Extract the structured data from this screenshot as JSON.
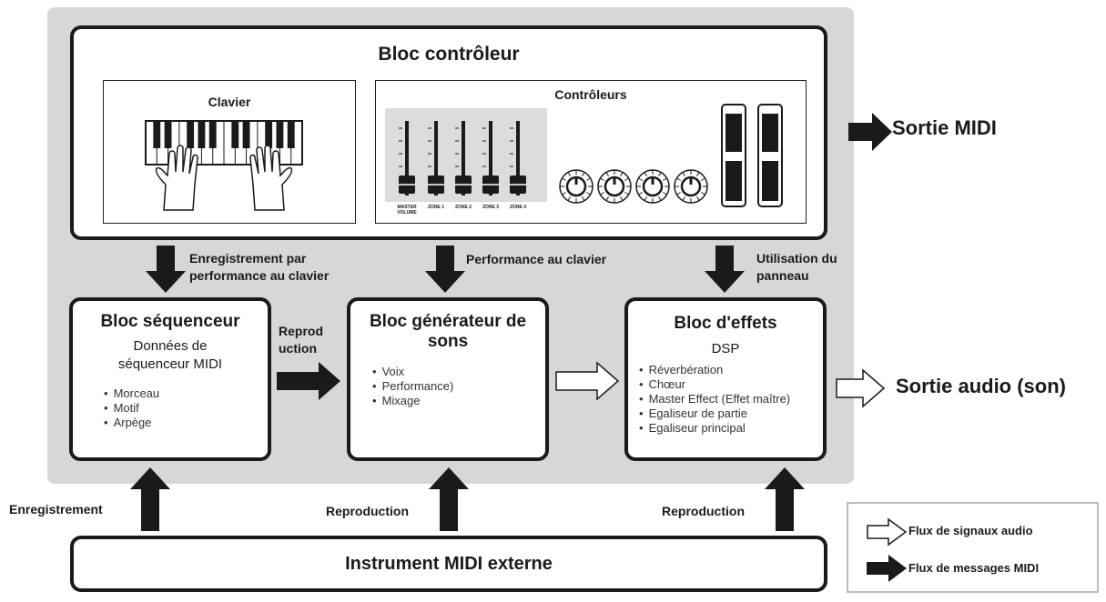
{
  "controller_block": {
    "title": "Bloc contrôleur",
    "keyboard_label": "Clavier",
    "controllers_label": "Contrôleurs",
    "slider_labels": [
      "MASTER VOLUME",
      "ZONE 1",
      "ZONE 2",
      "ZONE 3",
      "ZONE 4"
    ]
  },
  "midi_out": "Sortie MIDI",
  "audio_out": "Sortie audio (son)",
  "arrows": {
    "recording": "Enregistrement par performance au clavier",
    "performance": "Performance au clavier",
    "panel": "Utilisation du panneau",
    "playback_mid": "Reprod uction",
    "ext_recording": "Enregistrement",
    "ext_playback_1": "Reproduction",
    "ext_playback_2": "Reproduction"
  },
  "sequencer_block": {
    "title": "Bloc séquenceur",
    "subtitle": "Données de séquenceur MIDI",
    "items": [
      "Morceau",
      "Motif",
      "Arpège"
    ]
  },
  "tone_block": {
    "title": "Bloc générateur de sons",
    "items": [
      "Voix",
      "Performance)",
      "Mixage"
    ]
  },
  "effects_block": {
    "title": "Bloc d'effets",
    "subtitle": "DSP",
    "items": [
      "Réverbération",
      "Chœur",
      "Master Effect (Effet maître)",
      "Egaliseur de partie",
      "Egaliseur principal"
    ]
  },
  "external": {
    "title": "Instrument MIDI externe"
  },
  "legend": {
    "audio_flow": "Flux de signaux audio",
    "midi_flow": "Flux de messages MIDI"
  },
  "colors": {
    "panel_gray": "#d7d7d7",
    "ink": "#1a1a1a"
  }
}
